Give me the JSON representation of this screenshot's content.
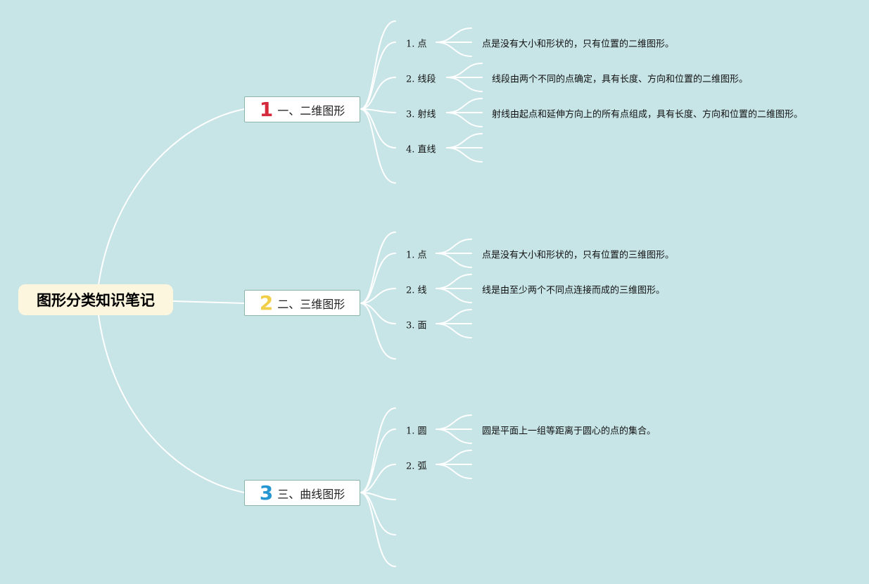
{
  "title": "图形分类知识笔记",
  "colors": {
    "background": "#c7e4e6",
    "root_bg": "#fdf6de",
    "line": "#ffffff",
    "num1": "#d42a3c",
    "num2": "#f1cf4a",
    "num3": "#2596d2"
  },
  "categories": [
    {
      "number": "1",
      "label": "一、二维图形",
      "items": [
        {
          "label": "1. 点",
          "desc": "点是没有大小和形状的，只有位置的二维图形。"
        },
        {
          "label": "2. 线段",
          "desc": "线段由两个不同的点确定，具有长度、方向和位置的二维图形。"
        },
        {
          "label": "3. 射线",
          "desc": "射线由起点和延伸方向上的所有点组成，具有长度、方向和位置的二维图形。"
        },
        {
          "label": "4. 直线",
          "desc": ""
        }
      ]
    },
    {
      "number": "2",
      "label": "二、三维图形",
      "items": [
        {
          "label": "1. 点",
          "desc": "点是没有大小和形状的，只有位置的三维图形。"
        },
        {
          "label": "2. 线",
          "desc": "线是由至少两个不同点连接而成的三维图形。"
        },
        {
          "label": "3. 面",
          "desc": ""
        }
      ]
    },
    {
      "number": "3",
      "label": "三、曲线图形",
      "items": [
        {
          "label": "1. 圆",
          "desc": "圆是平面上一组等距离于圆心的点的集合。"
        },
        {
          "label": "2. 弧",
          "desc": ""
        }
      ]
    }
  ]
}
